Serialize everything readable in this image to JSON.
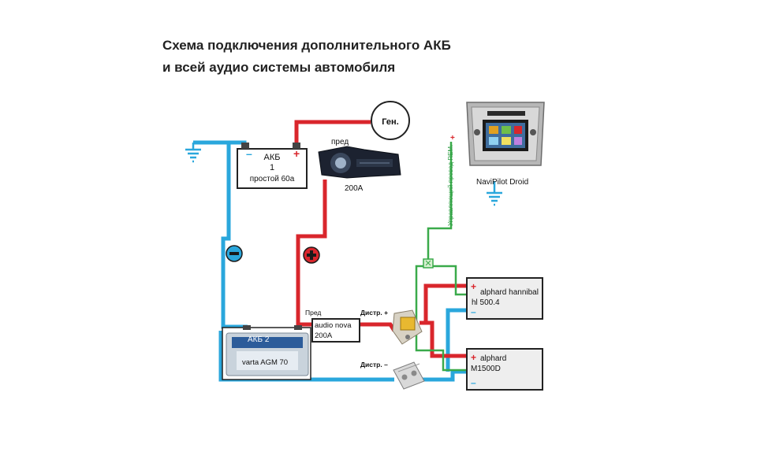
{
  "title": {
    "line1": "Схема подключения  дополнительного АКБ",
    "line2": "и всей аудио системы автомобиля"
  },
  "battery1": {
    "name": "АКБ",
    "number": "1",
    "spec": "простой 60а"
  },
  "generator": {
    "label": "Ген."
  },
  "fuse1": {
    "label_top": "пред",
    "rating": "200А"
  },
  "head_unit": {
    "label": "NaviPilot Droid"
  },
  "rem_wire": {
    "label": "Управляющий провод REM."
  },
  "battery2": {
    "sticker": "АКБ 2",
    "brand_model": "varta AGM 70"
  },
  "fuse2": {
    "label_left": "Пред",
    "name": "audio nova",
    "rating": "200А"
  },
  "distribution": {
    "plus_label": "Дистр. +",
    "minus_label": "Дистр. –"
  },
  "amp1": {
    "name_line1": "alphard hannibal",
    "name_line2": "hl 500.4"
  },
  "amp2": {
    "name_line1": "alphard",
    "name_line2": "M1500D"
  },
  "symbols": {
    "plus": "+",
    "minus": "–"
  },
  "colors": {
    "positive_wire": "#d9262c",
    "negative_wire": "#2aa7dc",
    "remote_wire": "#3aaa4a",
    "remote_text": "#2e9e44"
  }
}
